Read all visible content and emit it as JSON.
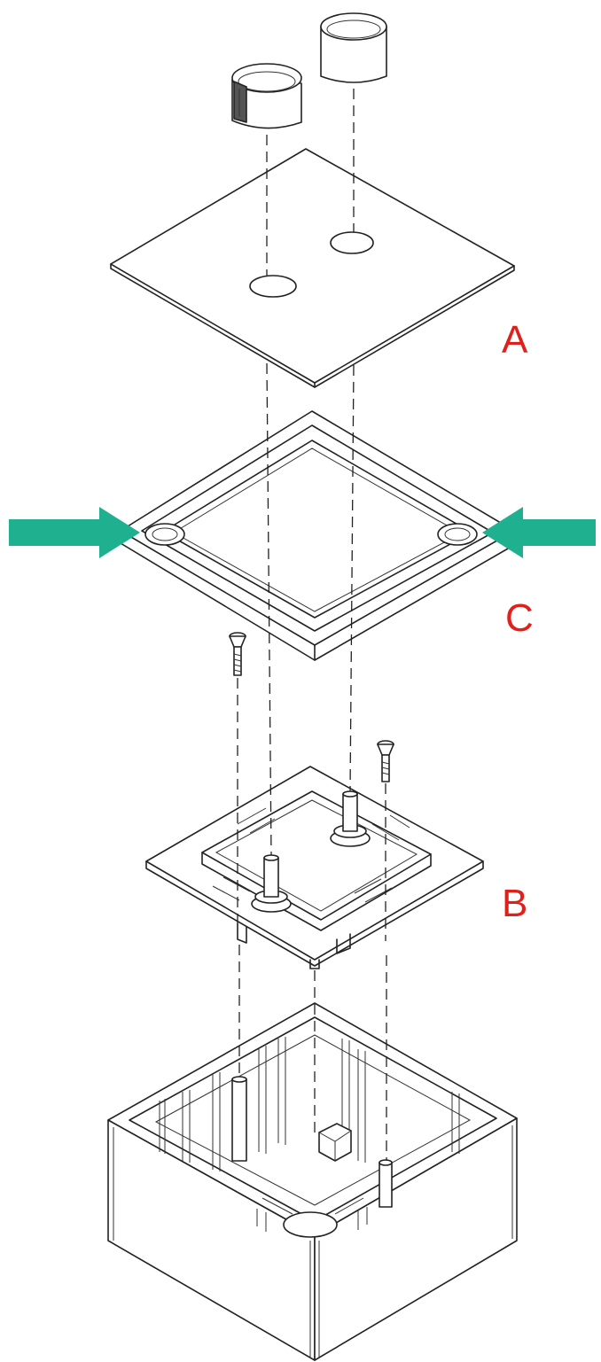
{
  "labels": {
    "a": "A",
    "b": "B",
    "c": "C"
  },
  "colors": {
    "label": "#e0201b",
    "arrow": "#1fb08f",
    "line": "#222222"
  },
  "icons": {
    "left_arrow": "arrow-right-icon",
    "right_arrow": "arrow-left-icon"
  }
}
